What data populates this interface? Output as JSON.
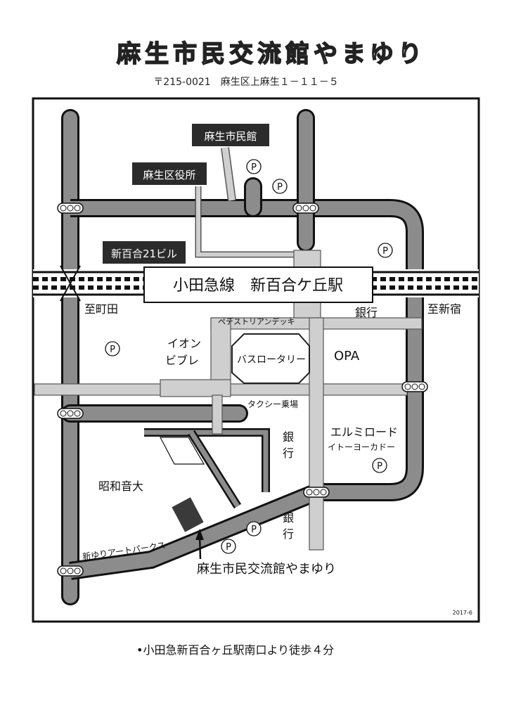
{
  "header": {
    "title": "麻生市民交流館やまゆり",
    "address": "〒215-0021　麻生区上麻生１－１１－５"
  },
  "map": {
    "labels": {
      "asao_shiminkan": "麻生市民館",
      "asao_kuyakusho": "麻生区役所",
      "shinyuri21": "新百合21ビル",
      "station": "小田急線　新百合ケ丘駅",
      "to_machida": "至町田",
      "to_shinjuku": "至新宿",
      "pedestrian_deck": "ペデストリアンデッキ",
      "bank_north": "銀行",
      "aeon_line1": "イオン",
      "aeon_line2": "ビブレ",
      "bus_rotary": "バスロータリー",
      "opa": "OPA",
      "taxi": "タクシー乗場",
      "bank_middle_line1": "銀",
      "bank_middle_line2": "行",
      "elmiroad": "エルミロード",
      "itoyokado": "イトーヨーカドー",
      "showa": "昭和音大",
      "bank_south_line1": "銀",
      "bank_south_line2": "行",
      "art_parks": "新ゆりアートパークス",
      "destination": "麻生市民交流館やまゆり",
      "version": "2017-6",
      "parking": "P"
    }
  },
  "footer": {
    "access_note": "•小田急新百合ヶ丘駅南口より徒歩４分"
  },
  "colors": {
    "road_gray": "#8c8c8c",
    "walkway_gray": "#cfcfcf",
    "dark_label": "#2b2b2b",
    "building": "#3a3a3a"
  }
}
